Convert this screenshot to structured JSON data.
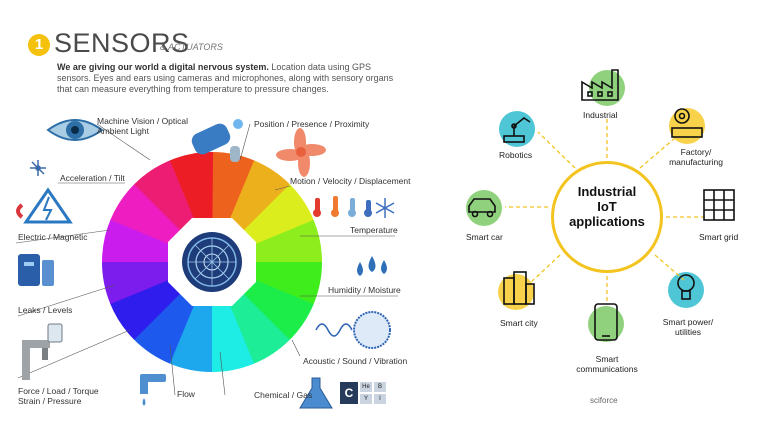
{
  "left_panel": {
    "badge_number": "1",
    "title": "SENSORS",
    "subtitle": "& ACTUATORS",
    "intro_bold": "We are giving our world a digital nervous system.",
    "intro_rest": " Location data using GPS sensors. Eyes and ears using cameras and microphones, along with sensory organs that can measure everything from temperature to pressure changes.",
    "labels": {
      "machine_vision_1": "Machine Vision / Optical",
      "machine_vision_2": "Ambient Light",
      "position": "Position / Presence / Proximity",
      "acceleration": "Acceleration / Tilt",
      "motion": "Motion / Velocity / Displacement",
      "electric": "Electric / Magnetic",
      "temperature": "Temperature",
      "leaks": "Leaks / Levels",
      "humidity": "Humidity / Moisture",
      "acoustic": "Acoustic / Sound / Vibration",
      "force_1": "Force / Load / Torque",
      "force_2": "Strain / Pressure",
      "flow": "Flow",
      "chemical": "Chemical / Gas"
    },
    "chem_tiles": [
      "C",
      "He",
      "B",
      "Y",
      "I"
    ]
  },
  "right_panel": {
    "center_title_lines": [
      "Industrial",
      "IoT",
      "applications"
    ],
    "nodes": {
      "industrial": "Industrial",
      "robotics": "Robotics",
      "factory_1": "Factory/",
      "factory_2": "manufacturing",
      "smart_car": "Smart car",
      "smart_grid": "Smart grid",
      "smart_city": "Smart city",
      "smart_power_1": "Smart power/",
      "smart_power_2": "utilities",
      "smart_comm_1": "Smart",
      "smart_comm_2": "communications"
    },
    "brand": "sciforce"
  },
  "colors": {
    "accent_yellow": "#f3c41f",
    "node_teal": "#4fc6d6",
    "node_yellow": "#f7d24a",
    "node_green": "#8fd17c"
  }
}
